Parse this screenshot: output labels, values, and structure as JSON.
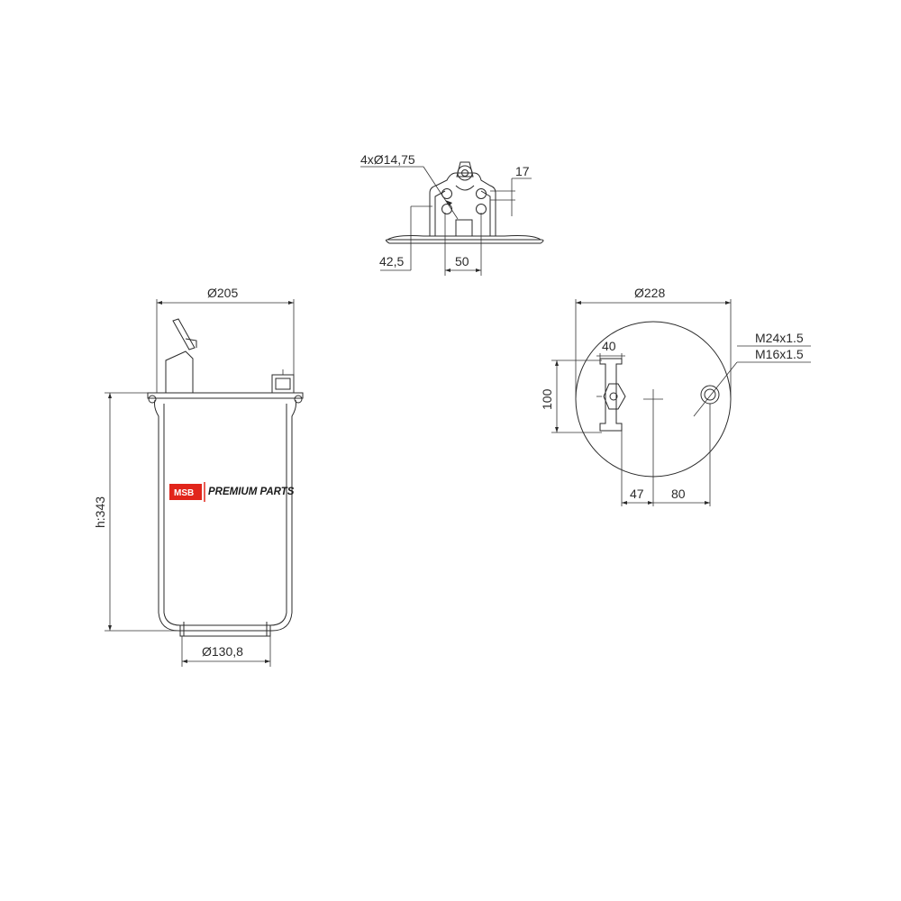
{
  "top_view": {
    "holes_label": "4xØ14,75",
    "dim_17": "17",
    "dim_42_5": "42,5",
    "dim_50": "50"
  },
  "side_view": {
    "top_diameter": "Ø205",
    "height": "h:343",
    "bottom_diameter": "Ø130,8"
  },
  "plan_view": {
    "diameter": "Ø228",
    "dim_40": "40",
    "dim_100": "100",
    "dim_47": "47",
    "dim_80": "80",
    "thread_1": "M24x1.5",
    "thread_2": "M16x1.5"
  },
  "logo": {
    "mark": "MSB",
    "text": "PREMIUM PARTS",
    "accent_color": "#e1251b"
  },
  "colors": {
    "line": "#2a2a2a",
    "background": "#ffffff"
  }
}
